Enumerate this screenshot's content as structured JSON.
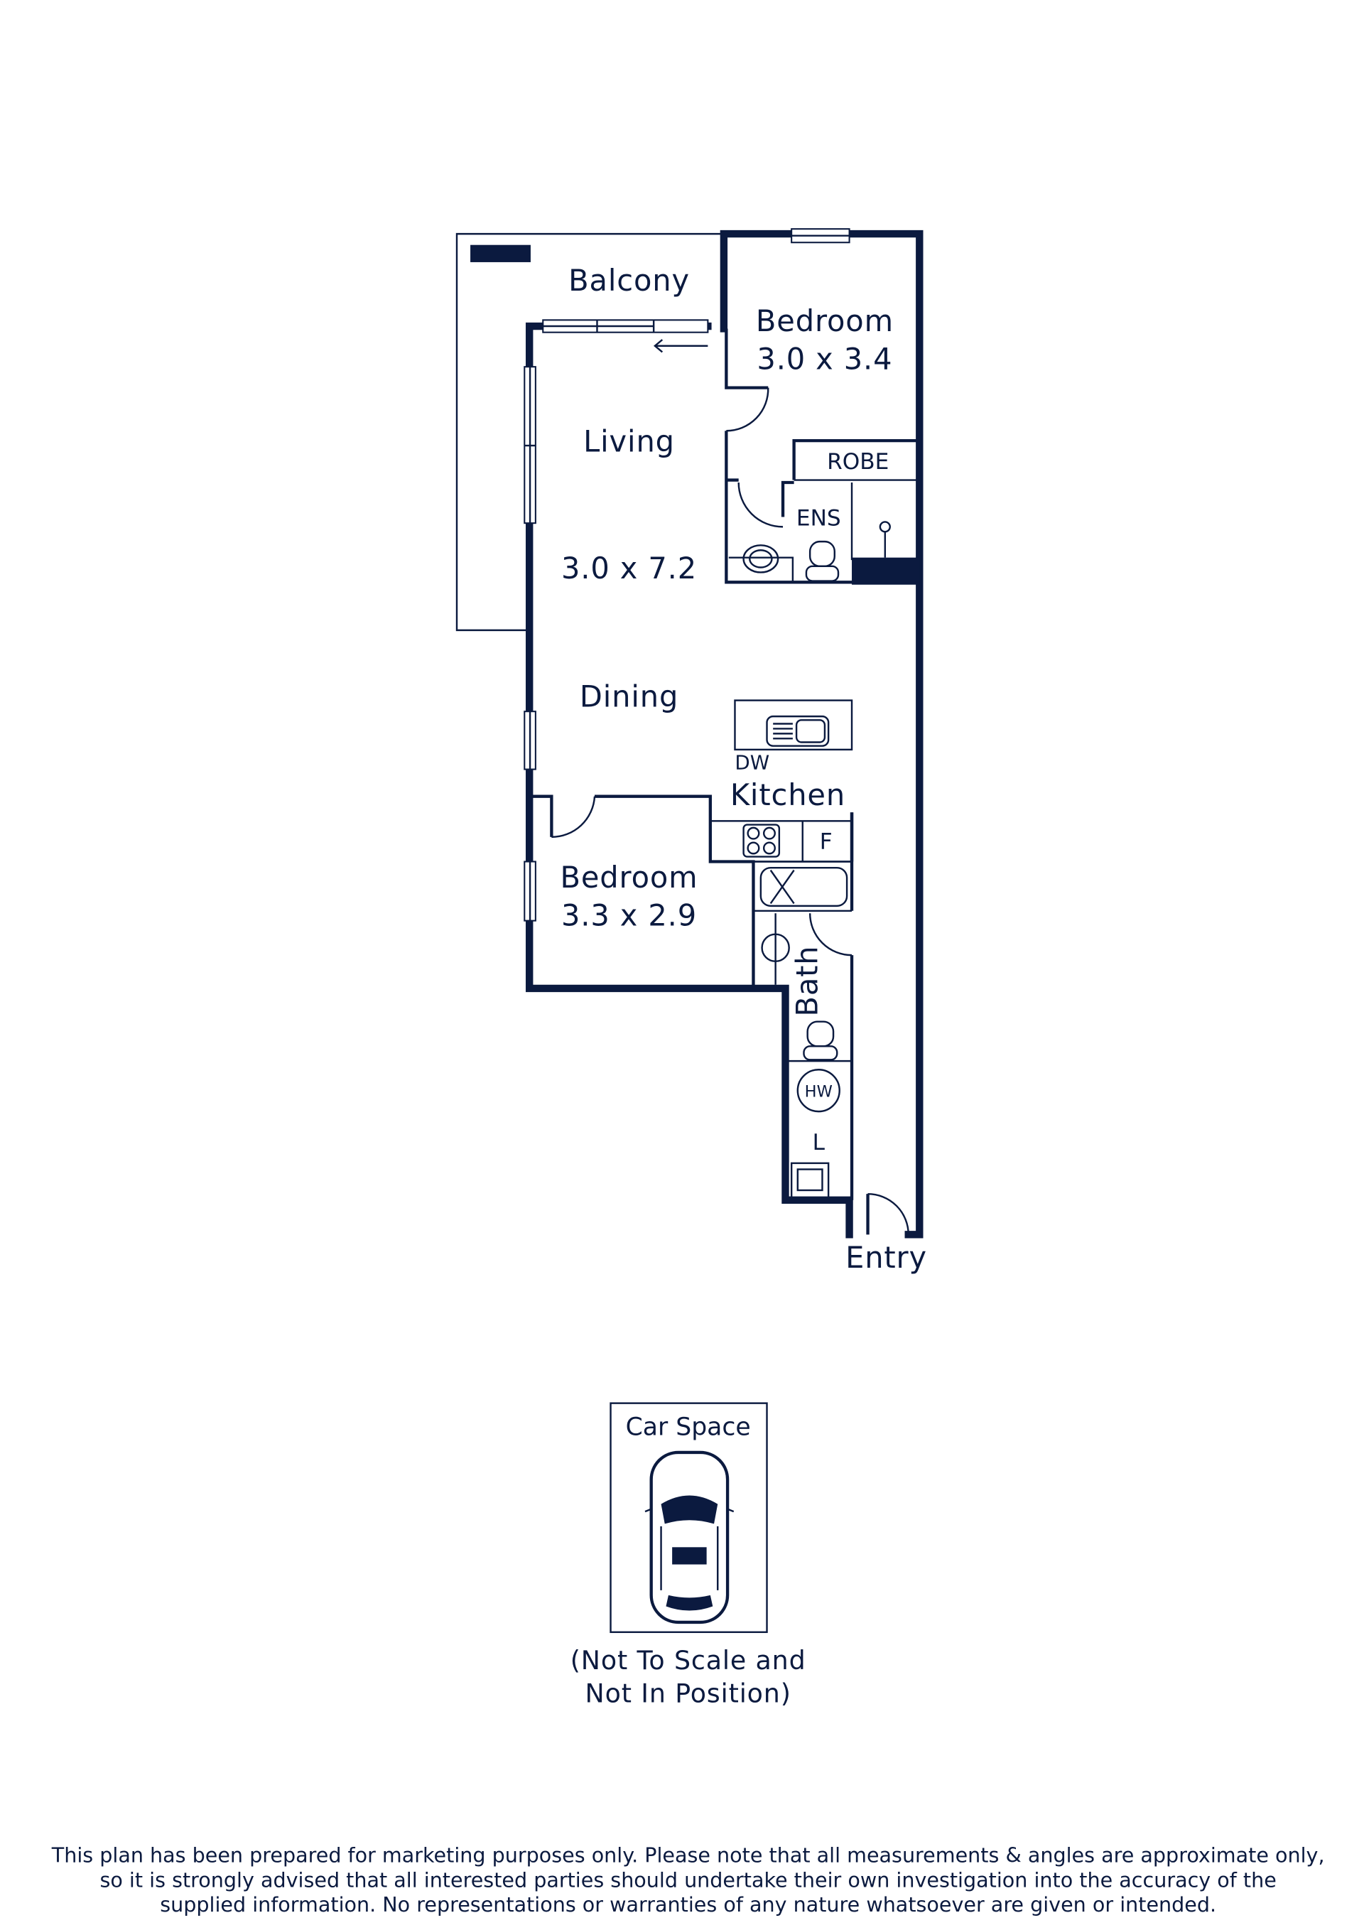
{
  "rooms": {
    "balcony": "Balcony",
    "bedroom1": {
      "name": "Bedroom",
      "size": "3.0 x 3.4"
    },
    "living": {
      "name": "Living",
      "size": "3.0 x 7.2"
    },
    "robe": "ROBE",
    "ensuite": "ENS",
    "dining": "Dining",
    "dishwasher": "DW",
    "kitchen": "Kitchen",
    "fridge": "F",
    "bedroom2": {
      "name": "Bedroom",
      "size": "3.3 x 2.9"
    },
    "bath": "Bath",
    "hot_water": "HW",
    "laundry": "L",
    "entry": "Entry"
  },
  "car_space": {
    "label": "Car Space",
    "note_line1": "(Not To Scale and",
    "note_line2": "Not In Position)"
  },
  "disclaimer": [
    "This plan has been prepared for marketing purposes only. Please note that all measurements & angles are approximate only,",
    "so it is strongly advised that all interested parties should undertake their own investigation into the accuracy of the",
    "supplied information. No representations or warranties of any nature whatsoever are given or intended."
  ],
  "colors": {
    "ink": "#0b1a3f",
    "background": "#ffffff"
  }
}
